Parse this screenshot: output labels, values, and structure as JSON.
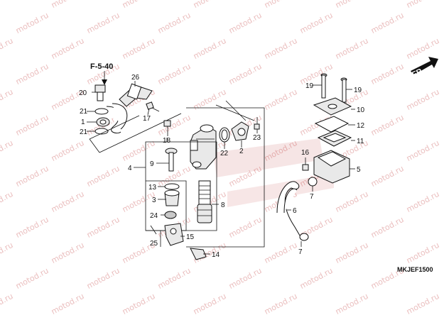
{
  "watermark": {
    "text": "motod.ru"
  },
  "reference": {
    "label": "F-5-40"
  },
  "direction": {
    "label": "FR."
  },
  "diagram_code": "MKJEF1500",
  "callouts": {
    "c1": "1",
    "c2": "2",
    "c3": "3",
    "c4": "4",
    "c5": "5",
    "c6": "6",
    "c7a": "7",
    "c7b": "7",
    "c8": "8",
    "c9": "9",
    "c10": "10",
    "c11": "11",
    "c12": "12",
    "c13": "13",
    "c14": "14",
    "c15": "15",
    "c16": "16",
    "c17": "17",
    "c18": "18",
    "c19a": "19",
    "c19b": "19",
    "c20": "20",
    "c21a": "21",
    "c21b": "21",
    "c22": "22",
    "c23": "23",
    "c24": "24",
    "c25": "25",
    "c26": "26"
  }
}
